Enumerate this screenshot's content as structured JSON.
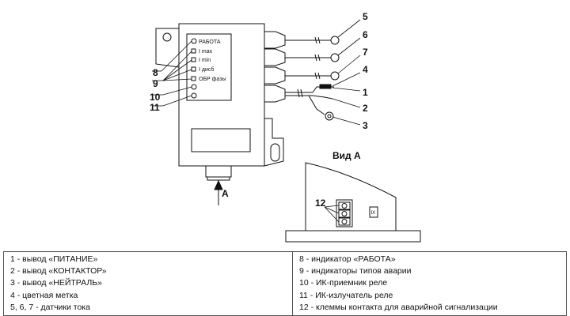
{
  "device_labels": {
    "indicators": [
      "РАБОТА",
      "I max",
      "I min",
      "I дисб",
      "ОБР фазы"
    ]
  },
  "callouts": {
    "n1": "1",
    "n2": "2",
    "n3": "3",
    "n4": "4",
    "n5": "5",
    "n6": "6",
    "n7": "7",
    "n8": "8",
    "n9": "9",
    "n10": "10",
    "n11": "11",
    "n12": "12",
    "arrow_label": "А"
  },
  "view": {
    "title": "Вид А",
    "icon_label": "IX"
  },
  "legend": {
    "left": [
      "1 - вывод «ПИТАНИЕ»",
      "2 - вывод «КОНТАКТОР»",
      "3 - вывод «НЕЙТРАЛЬ»",
      "4 - цветная метка",
      "5, 6, 7 - датчики тока"
    ],
    "right": [
      "8 - индикатор «РАБОТА»",
      "9 - индикаторы типов аварии",
      "10 - ИК-приемник реле",
      "11 - ИК-излучатель реле",
      "12 - клеммы контакта для аварийной сигнализации"
    ]
  }
}
